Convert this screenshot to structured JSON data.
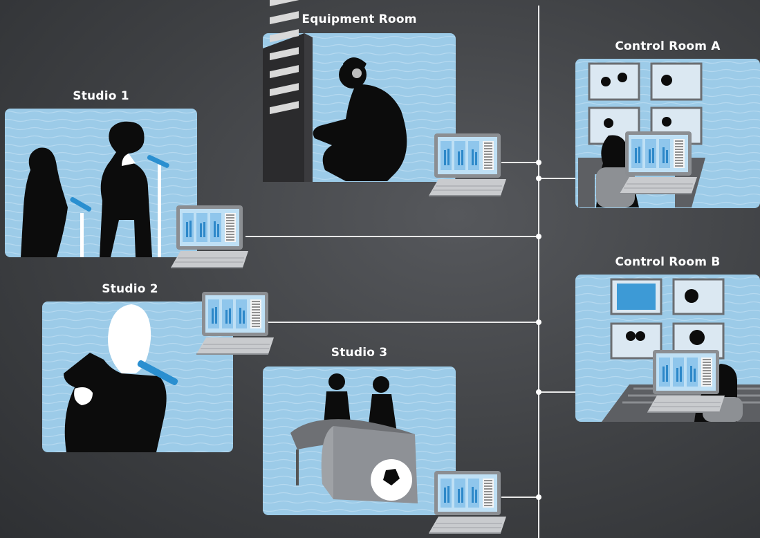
{
  "colors": {
    "background": "#404245",
    "panel": "#9ccbe8",
    "panel_wave": "#b4d9f0",
    "silhouette": "#0c0c0c",
    "mic": "#2a8fd0",
    "line": "#e9e9e9",
    "laptop": "#8b8e92",
    "screen": "#a9d4ef",
    "meter": "#2d88c9"
  },
  "rooms": {
    "equipment_room": {
      "label": "Equipment Room"
    },
    "studio_1": {
      "label": "Studio 1"
    },
    "studio_2": {
      "label": "Studio 2"
    },
    "studio_3": {
      "label": "Studio 3"
    },
    "control_room_a": {
      "label": "Control Room A"
    },
    "control_room_b": {
      "label": "Control Room B"
    }
  }
}
